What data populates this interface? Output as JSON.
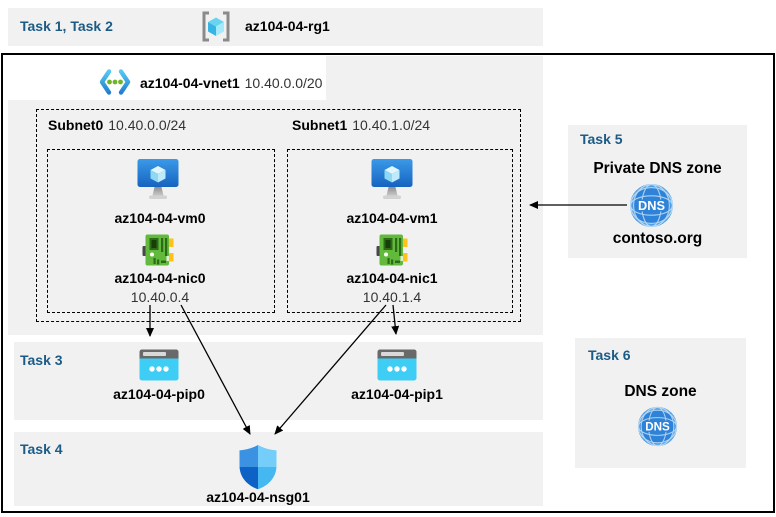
{
  "colors": {
    "task_accent_blue": "#1C5B85",
    "band_gray": "#F1F1F1",
    "frame_border": "#000000",
    "azure_blue": "#2E82D8",
    "vm_blue": "#1663C0",
    "nic_green": "#61BA3C",
    "pip_cyan": "#3ECDF4",
    "nsg_blues": [
      "#3B92E2",
      "#74CEF9",
      "#0E62C6",
      "#45B8F2"
    ],
    "arrow": "#000000"
  },
  "icons": {
    "resource_group": "resource-group-icon",
    "virtual_network": "virtual-network-icon",
    "virtual_machine": "virtual-machine-icon",
    "network_interface": "nic-icon",
    "public_ip": "public-ip-icon",
    "nsg": "nsg-shield-icon",
    "dns": "dns-globe-icon"
  },
  "bands": {
    "task12": {
      "label": "Task 1, Task 2"
    },
    "task3": {
      "label": "Task 3"
    },
    "task4": {
      "label": "Task 4"
    }
  },
  "resource_group": {
    "name": "az104-04-rg1"
  },
  "vnet": {
    "name": "az104-04-vnet1",
    "cidr": "10.40.0.0/20"
  },
  "subnets": [
    {
      "name": "Subnet0",
      "cidr": "10.40.0.0/24",
      "vm": "az104-04-vm0",
      "nic": "az104-04-nic0",
      "ip": "10.40.0.4"
    },
    {
      "name": "Subnet1",
      "cidr": "10.40.1.0/24",
      "vm": "az104-04-vm1",
      "nic": "az104-04-nic1",
      "ip": "10.40.1.4"
    }
  ],
  "public_ips": [
    {
      "name": "az104-04-pip0"
    },
    {
      "name": "az104-04-pip1"
    }
  ],
  "nsg": {
    "name": "az104-04-nsg01"
  },
  "private_dns": {
    "task_label": "Task 5",
    "title": "Private DNS zone",
    "zone": "contoso.org"
  },
  "dns_zone": {
    "task_label": "Task 6",
    "title": "DNS zone"
  },
  "dns_globe_text": "DNS"
}
